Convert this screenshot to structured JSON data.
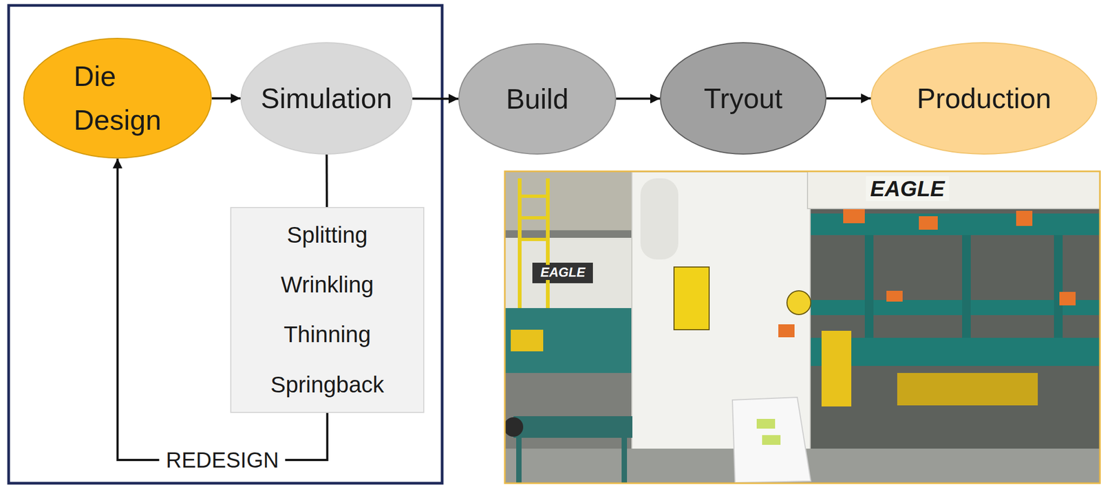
{
  "diagram": {
    "nodes": [
      {
        "text": [
          "Die Design"
        ]
      },
      {
        "text": [
          "Simulation"
        ]
      },
      {
        "text": [
          "Splitting",
          "Wrinkling",
          "Thinning",
          "Springback"
        ]
      },
      {
        "text": [
          "Build"
        ]
      },
      {
        "text": [
          "Tryout"
        ]
      },
      {
        "text": [
          "Production"
        ]
      }
    ],
    "edges": [
      {
        "from": 0,
        "to": 1,
        "arrow": "to"
      },
      {
        "from": 1,
        "to": 2,
        "arrow": "none"
      },
      {
        "from": 1,
        "to": 3,
        "arrow": "to"
      },
      {
        "from": 3,
        "to": 4,
        "arrow": "to"
      },
      {
        "from": 4,
        "to": 5,
        "arrow": "to"
      },
      {
        "from": 2,
        "to": 0,
        "label": "REDESIGN",
        "arrow": "to"
      }
    ],
    "labels": [
      "EAGLE",
      "EAGLE"
    ]
  }
}
